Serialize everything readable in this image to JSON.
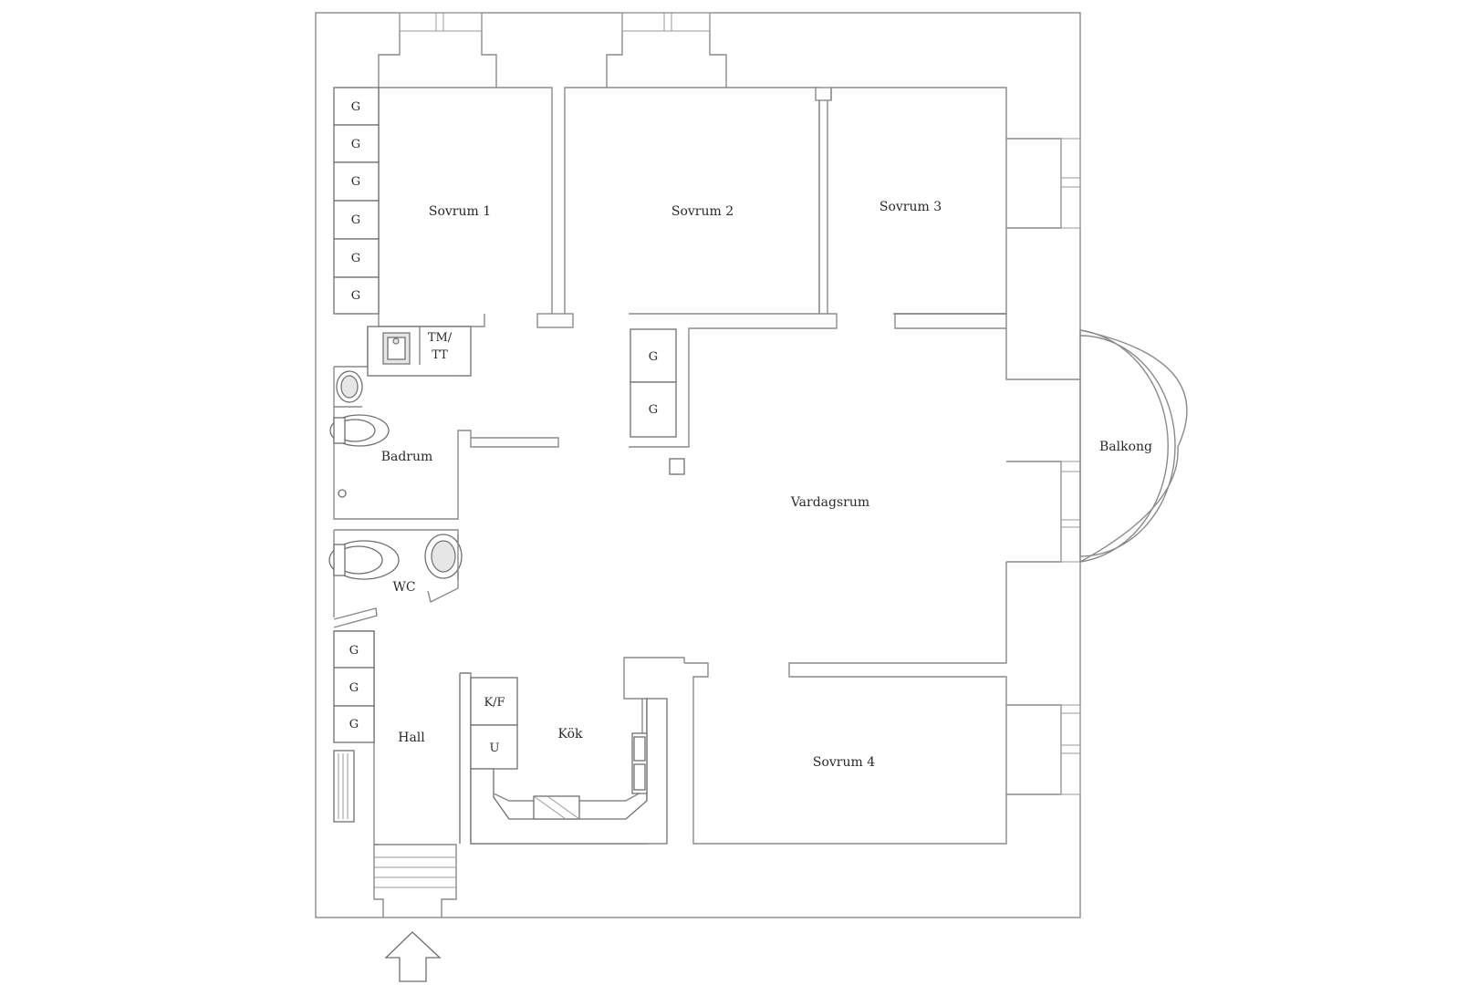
{
  "rooms": {
    "sovrum1": "Sovrum 1",
    "sovrum2": "Sovrum 2",
    "sovrum3": "Sovrum 3",
    "sovrum4": "Sovrum 4",
    "vardagsrum": "Vardagsrum",
    "balkong": "Balkong",
    "badrum": "Badrum",
    "wc": "WC",
    "hall": "Hall",
    "kok": "Kök"
  },
  "fixtures": {
    "wardrobe": "G",
    "washer_top": "TM/",
    "washer_bottom": "TT",
    "fridge_freezer": "K/F",
    "oven": "U"
  },
  "icons": {
    "entrance": "entrance-arrow-icon"
  }
}
